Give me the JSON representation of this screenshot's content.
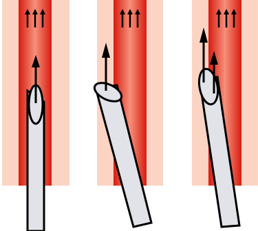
{
  "diagram": {
    "panels": [
      {
        "id": "panel-1",
        "needle_orientation": "vertical",
        "arrow_count": 1
      },
      {
        "id": "panel-2",
        "needle_orientation": "tilted",
        "arrow_count": 1
      },
      {
        "id": "panel-3",
        "needle_orientation": "tilted",
        "arrow_count": 2
      }
    ],
    "flow_arrows_per_vessel": 3,
    "colors": {
      "tissue": "#fcd4c4",
      "vessel_edge": "#d81c10",
      "vessel_core": "#f6907a",
      "needle_fill": "#e2e3e9",
      "outline": "#000000",
      "background": "#ffffff"
    }
  }
}
